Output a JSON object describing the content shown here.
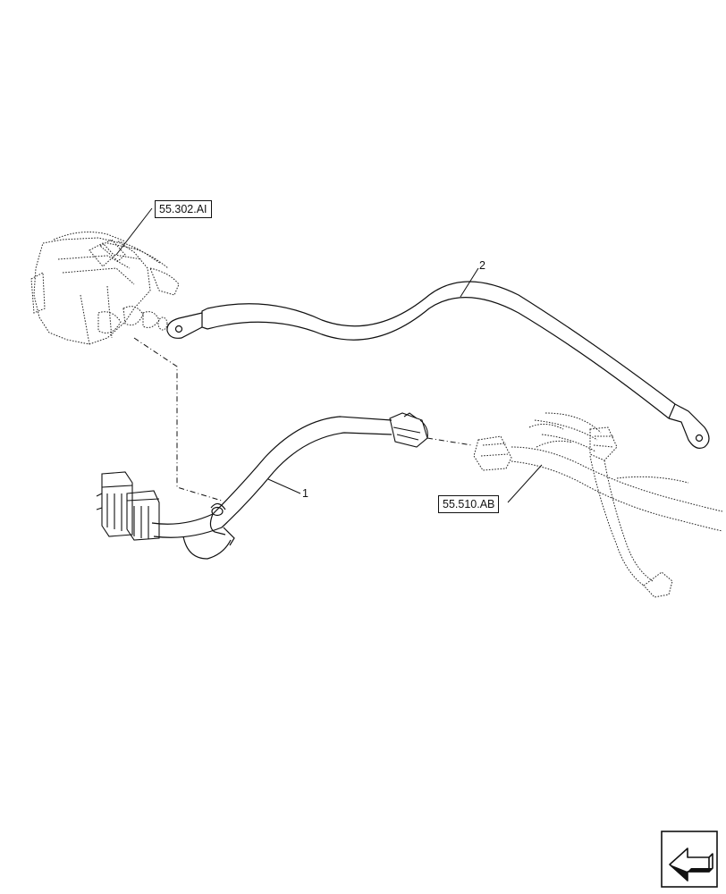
{
  "references": [
    {
      "id": "ref-1",
      "label": "55.302.AI"
    },
    {
      "id": "ref-2",
      "label": "55.510.AB"
    }
  ],
  "items": [
    {
      "id": "item-1",
      "label": "1"
    },
    {
      "id": "item-2",
      "label": "2"
    }
  ],
  "icons": {
    "nav": "arrow-navigation-icon"
  }
}
